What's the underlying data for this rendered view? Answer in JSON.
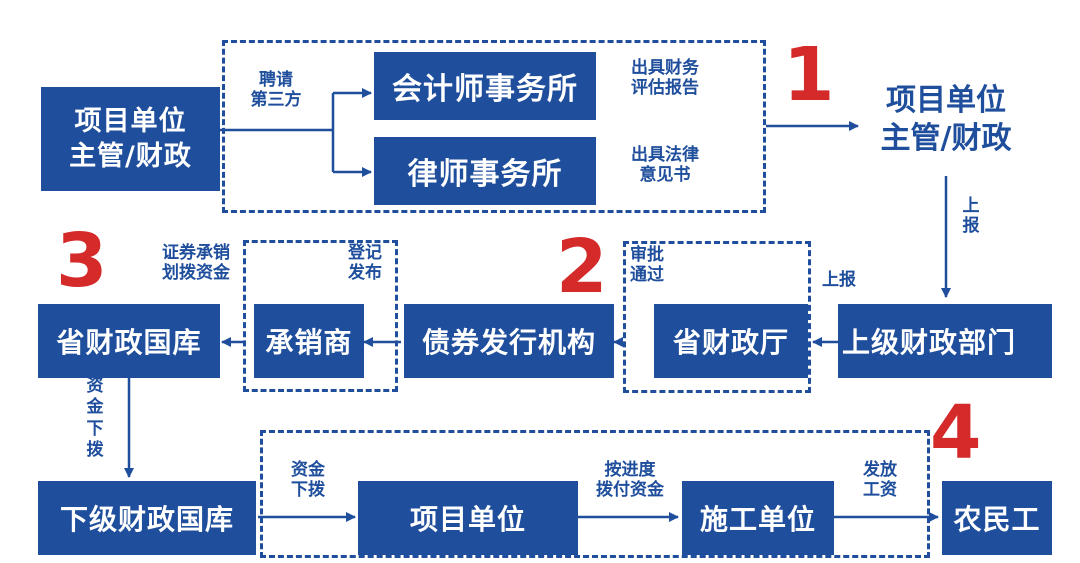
{
  "nodes": {
    "project_unit_left": "项目单位\n主管/财政",
    "cpa_firm": "会计师事务所",
    "law_firm": "律师事务所",
    "project_unit_right": "项目单位\n主管/财政",
    "superior_finance": "上级财政部门",
    "provincial_finance_dept": "省财政厅",
    "bond_issuer": "债券发行机构",
    "underwriter": "承销商",
    "provincial_treasury": "省财政国库",
    "lower_treasury": "下级财政国库",
    "project_unit_bottom": "项目单位",
    "construction_unit": "施工单位",
    "migrant_workers": "农民工"
  },
  "labels": {
    "hire_third_party": "聘请\n第三方",
    "financial_report": "出具财务\n评估报告",
    "legal_opinion": "出具法律\n意见书",
    "report_up_vertical": "上\n报",
    "report_up": "上报",
    "approved": "审批\n通过",
    "register_issue": "登记\n发布",
    "underwrite_transfer": "证券承销\n划拨资金",
    "funds_down_vertical": "资\n金\n下\n拨",
    "funds_down": "资金\n下拨",
    "pay_by_progress": "按进度\n拨付资金",
    "pay_wages": "发放\n工资"
  },
  "steps": [
    "1",
    "2",
    "3",
    "4"
  ],
  "colors": {
    "primary": "#1f4e9c",
    "accent": "#d42a2a"
  }
}
